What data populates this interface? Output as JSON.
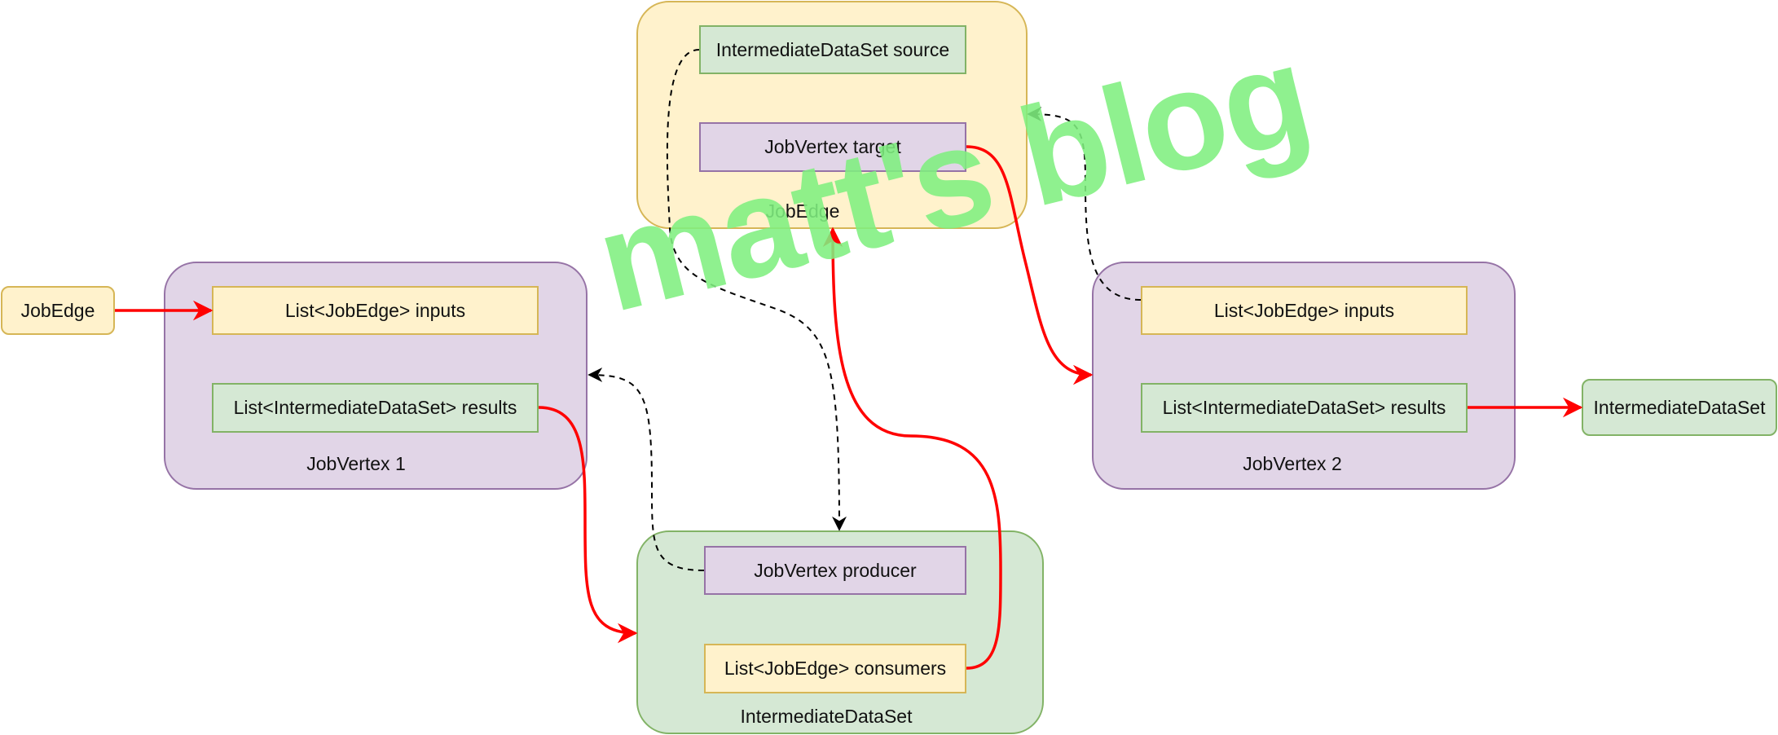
{
  "containers": {
    "jobedge_top": {
      "title": "JobEdge",
      "field_source": "IntermediateDataSet source",
      "field_target": "JobVertex target"
    },
    "jobvertex_1": {
      "title": "JobVertex 1",
      "field_inputs": "List<JobEdge> inputs",
      "field_results": "List<IntermediateDataSet> results"
    },
    "jobvertex_2": {
      "title": "JobVertex 2",
      "field_inputs": "List<JobEdge> inputs",
      "field_results": "List<IntermediateDataSet> results"
    },
    "dataset_bottom": {
      "title": "IntermediateDataSet",
      "field_producer": "JobVertex producer",
      "field_consumers": "List<JobEdge> consumers"
    }
  },
  "standalone": {
    "jobedge_left": "JobEdge",
    "dataset_right": "IntermediateDataSet"
  },
  "watermark": "matt's blog",
  "colors": {
    "yellow_fill": "#fff2cc",
    "yellow_border": "#d6b656",
    "green_fill": "#d5e8d4",
    "green_border": "#82b366",
    "purple_fill": "#e1d5e7",
    "purple_border": "#9673a6",
    "red_arrow": "#ff0000",
    "dashed_arrow": "#000000",
    "watermark": "#80f080"
  }
}
